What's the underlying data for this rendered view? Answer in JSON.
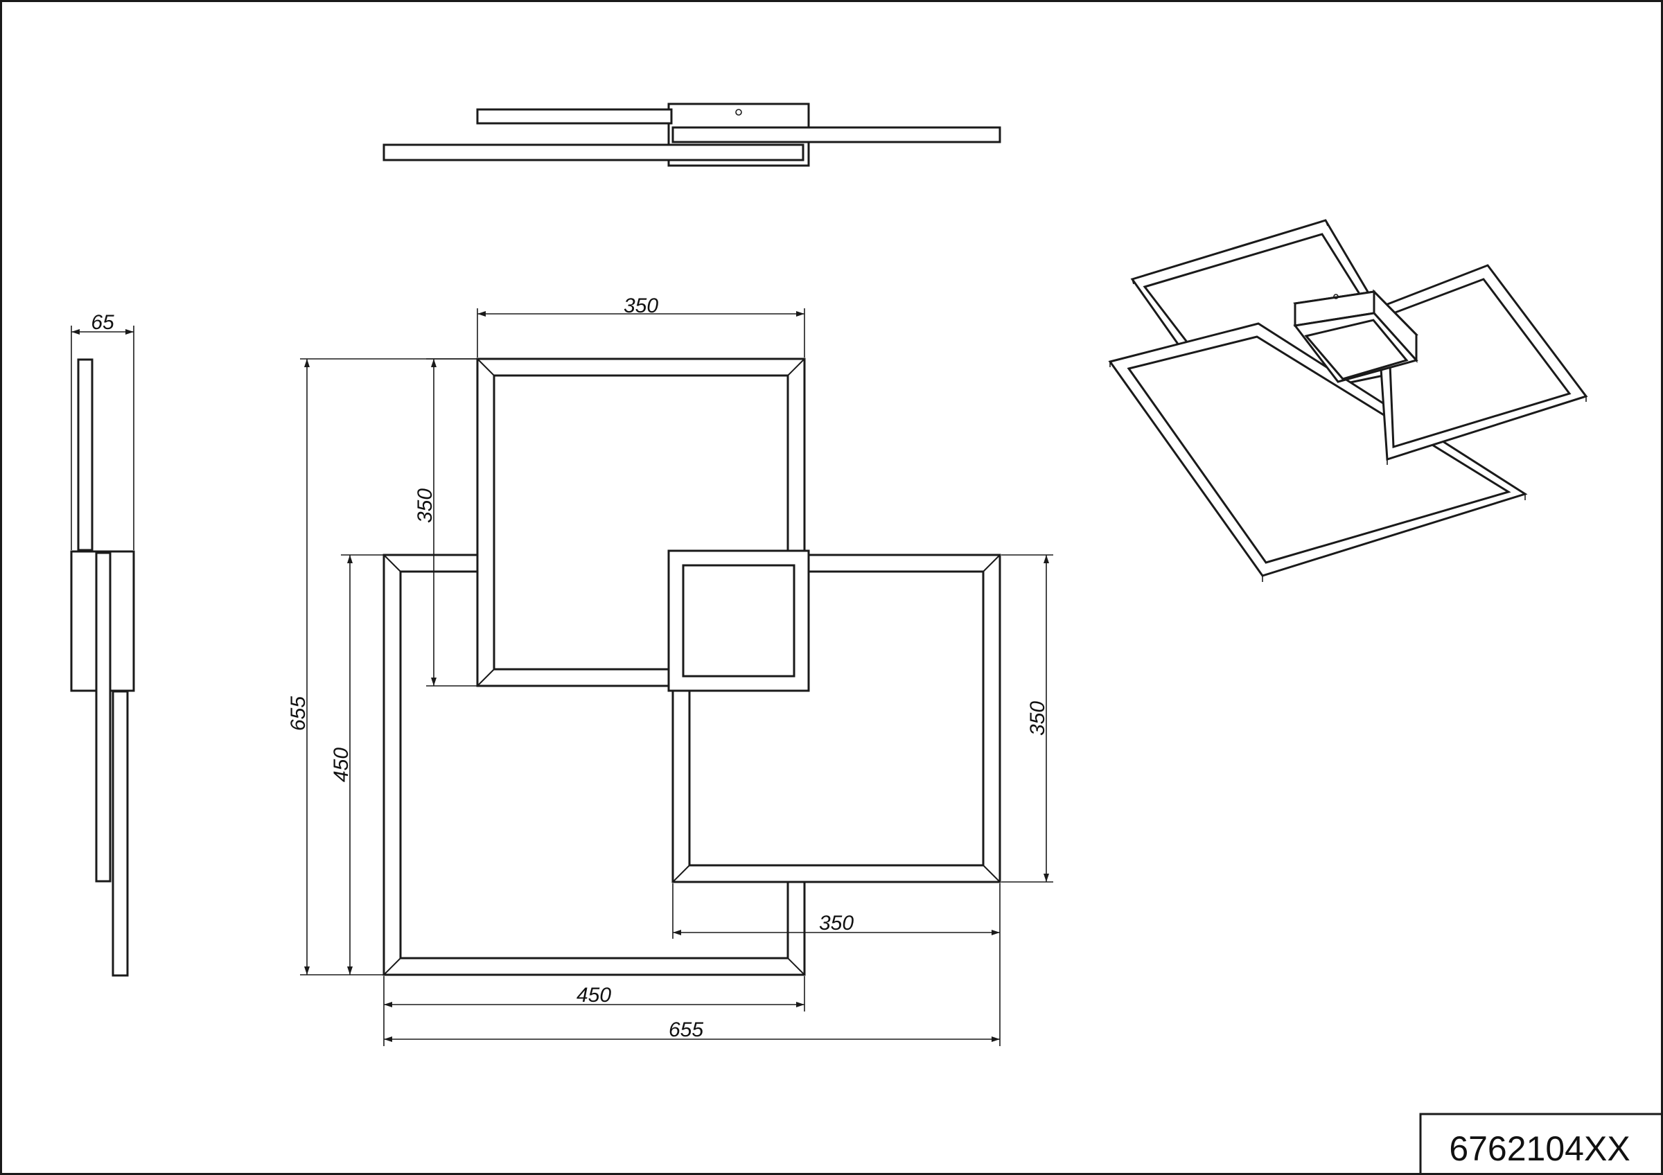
{
  "title_block": {
    "article_number": "6762104XX"
  },
  "dimensions": {
    "side_view_depth": "65",
    "top_square_width": "350",
    "top_square_height": "350",
    "overall_height": "655",
    "large_square_height": "450",
    "right_square_height": "350",
    "right_square_width": "350",
    "large_square_width": "450",
    "overall_width": "655"
  }
}
